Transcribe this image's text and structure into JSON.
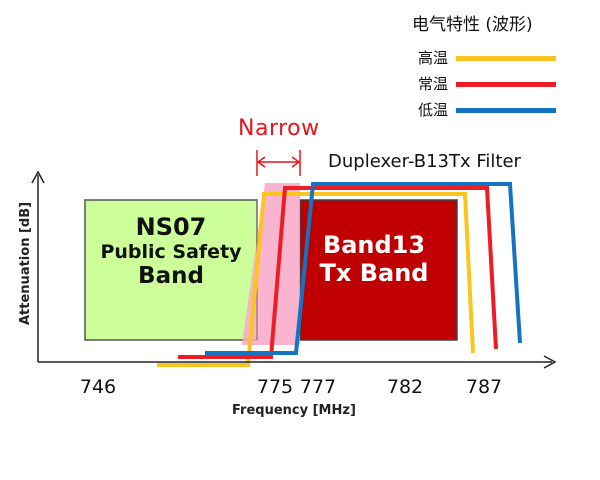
{
  "legend": {
    "title": "电气特性 (波形)",
    "items": [
      {
        "label": "高温",
        "color": "#fcc41e"
      },
      {
        "label": "常温",
        "color": "#ee1c24"
      },
      {
        "label": "低温",
        "color": "#1573c3"
      }
    ]
  },
  "bands": {
    "ns07": {
      "line1": "NS07",
      "line2": "Public Safety",
      "line3": "Band",
      "fill": "#ccff99"
    },
    "band13": {
      "line1": "Band13",
      "line2": "Tx Band",
      "fill": "#c00000"
    },
    "transition_fill": "#f8a8c8"
  },
  "annotations": {
    "narrow": "Narrow",
    "filter": "Duplexer-B13Tx Filter"
  },
  "axes": {
    "x_title": "Frequency [MHz]",
    "y_title": "Attenuation [dB]",
    "ticks": [
      "746",
      "775",
      "777",
      "782",
      "787"
    ]
  }
}
